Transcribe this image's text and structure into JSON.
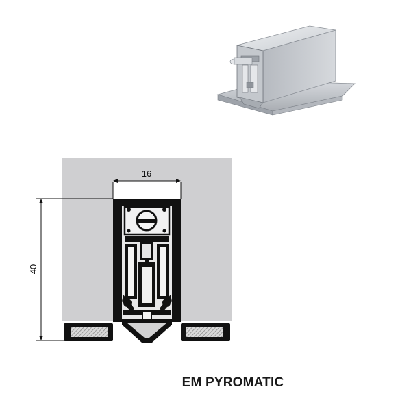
{
  "product": {
    "name": "EM PYROMATIC"
  },
  "dimensions": {
    "width_label": "16",
    "height_label": "40"
  },
  "colors": {
    "door_gray": "#cfcfd1",
    "profile_black": "#111111",
    "insert_light": "#e9e9ea",
    "seal_hatch": "#9b9b9b",
    "perspective_light": "#dcdfe3",
    "perspective_mid": "#b9bdc3",
    "perspective_dark": "#8f949b"
  }
}
